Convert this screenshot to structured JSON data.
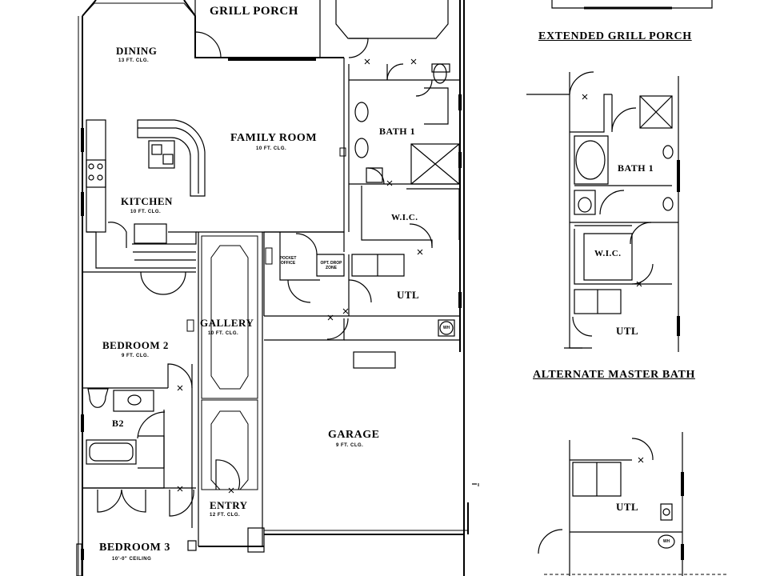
{
  "rooms": {
    "grill_porch": "GRILL PORCH",
    "dining": "DINING",
    "dining_ceiling": "13 FT. CLG.",
    "family_room": "FAMILY ROOM",
    "family_room_ceiling": "10 FT. CLG.",
    "kitchen": "KITCHEN",
    "kitchen_ceiling": "10 FT. CLG.",
    "bath1": "BATH 1",
    "wic": "W.I.C.",
    "pocket_office": "POCKET OFFICE",
    "drop_zone": "OPT. DROP ZONE",
    "utl": "UTL",
    "gallery": "GALLERY",
    "gallery_ceiling": "10 FT. CLG.",
    "bedroom2": "BEDROOM 2",
    "bedroom2_ceiling": "9 FT. CLG.",
    "b2": "B2",
    "garage": "GARAGE",
    "garage_ceiling": "9 FT. CLG.",
    "entry": "ENTRY",
    "entry_ceiling": "12 FT. CLG.",
    "bedroom3": "BEDROOM 3",
    "bedroom3_ceiling": "10'-0\" CEILING",
    "wh": "WH"
  },
  "option_panels": {
    "extended_grill_porch": "EXTENDED GRILL PORCH",
    "alternate_master_bath": "ALTERNATE MASTER BATH",
    "alt_bath1": "BATH 1",
    "alt_wic": "W.I.C.",
    "alt_utl": "UTL",
    "alt_utl2": "UTL",
    "alt_wh": "WH"
  },
  "colors": {
    "line": "#000000",
    "background": "#ffffff"
  }
}
